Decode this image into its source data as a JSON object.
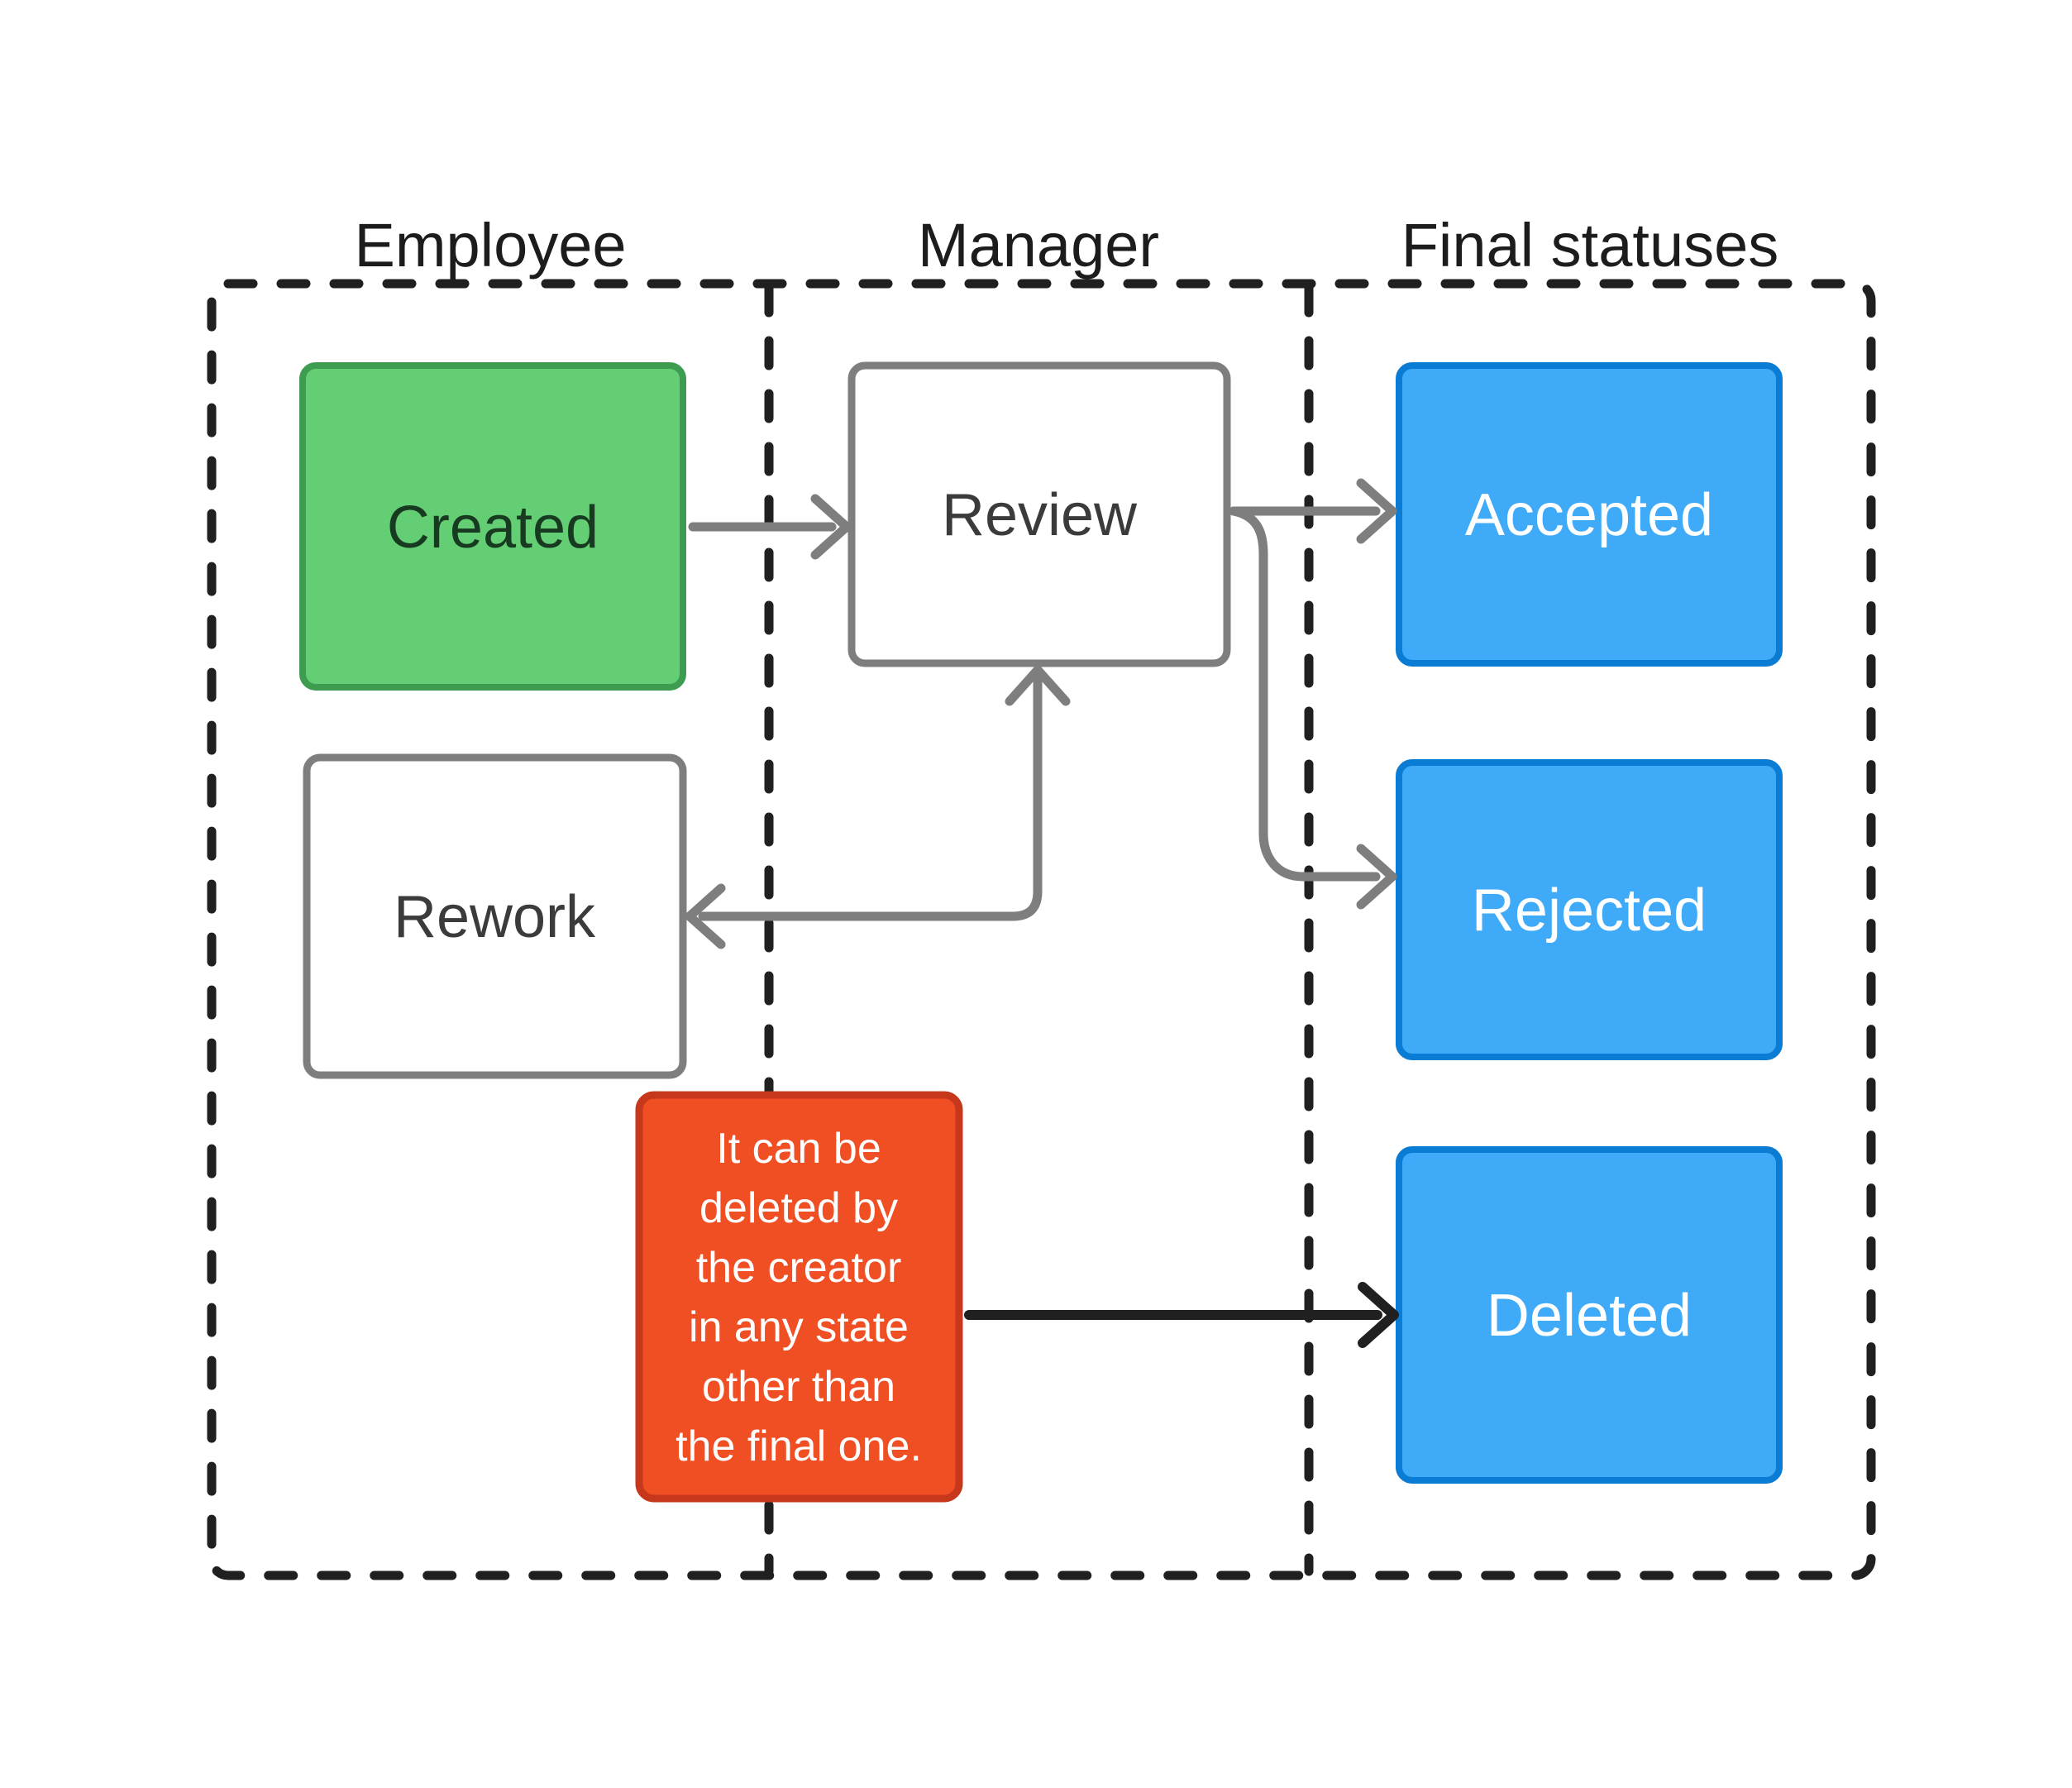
{
  "diagram": {
    "lanes": [
      {
        "title": "Employee"
      },
      {
        "title": "Manager"
      },
      {
        "title": "Final statuses"
      }
    ],
    "nodes": {
      "created": {
        "label": "Created"
      },
      "review": {
        "label": "Review"
      },
      "rework": {
        "label": "Rework"
      },
      "accepted": {
        "label": "Accepted"
      },
      "rejected": {
        "label": "Rejected"
      },
      "deleted": {
        "label": "Deleted"
      }
    },
    "note": {
      "text": "It can be deleted by the creator in any state other than the final one.",
      "lines": [
        "It can be",
        "deleted by",
        "the creator",
        "in any state",
        "other than",
        "the final one."
      ]
    },
    "edges": [
      {
        "from": "Created",
        "to": "Review",
        "color": "#7E7E7E"
      },
      {
        "from": "Review",
        "to": "Accepted",
        "color": "#7E7E7E"
      },
      {
        "from": "Review",
        "to": "Rejected",
        "color": "#7E7E7E"
      },
      {
        "from": "Review",
        "to": "Rework",
        "color": "#7E7E7E",
        "bidirectional": true
      },
      {
        "from": "note",
        "to": "Deleted",
        "color": "#202020"
      }
    ],
    "colors": {
      "background": "#FFFFFF",
      "lane_border": "#202020",
      "lane_title_text": "#1C1C1C",
      "gray_line": "#7E7E7E",
      "gray_node_text": "#3B3B3B",
      "green_fill": "#63CE74",
      "green_border": "#3E9C50",
      "green_text": "#173A20",
      "blue_fill": "#3EAAF8",
      "blue_border": "#0B7CD4",
      "final_text": "#FFFFFF",
      "red_fill": "#F04E23",
      "red_border": "#C7371B",
      "note_text": "#FFFFFF"
    }
  }
}
